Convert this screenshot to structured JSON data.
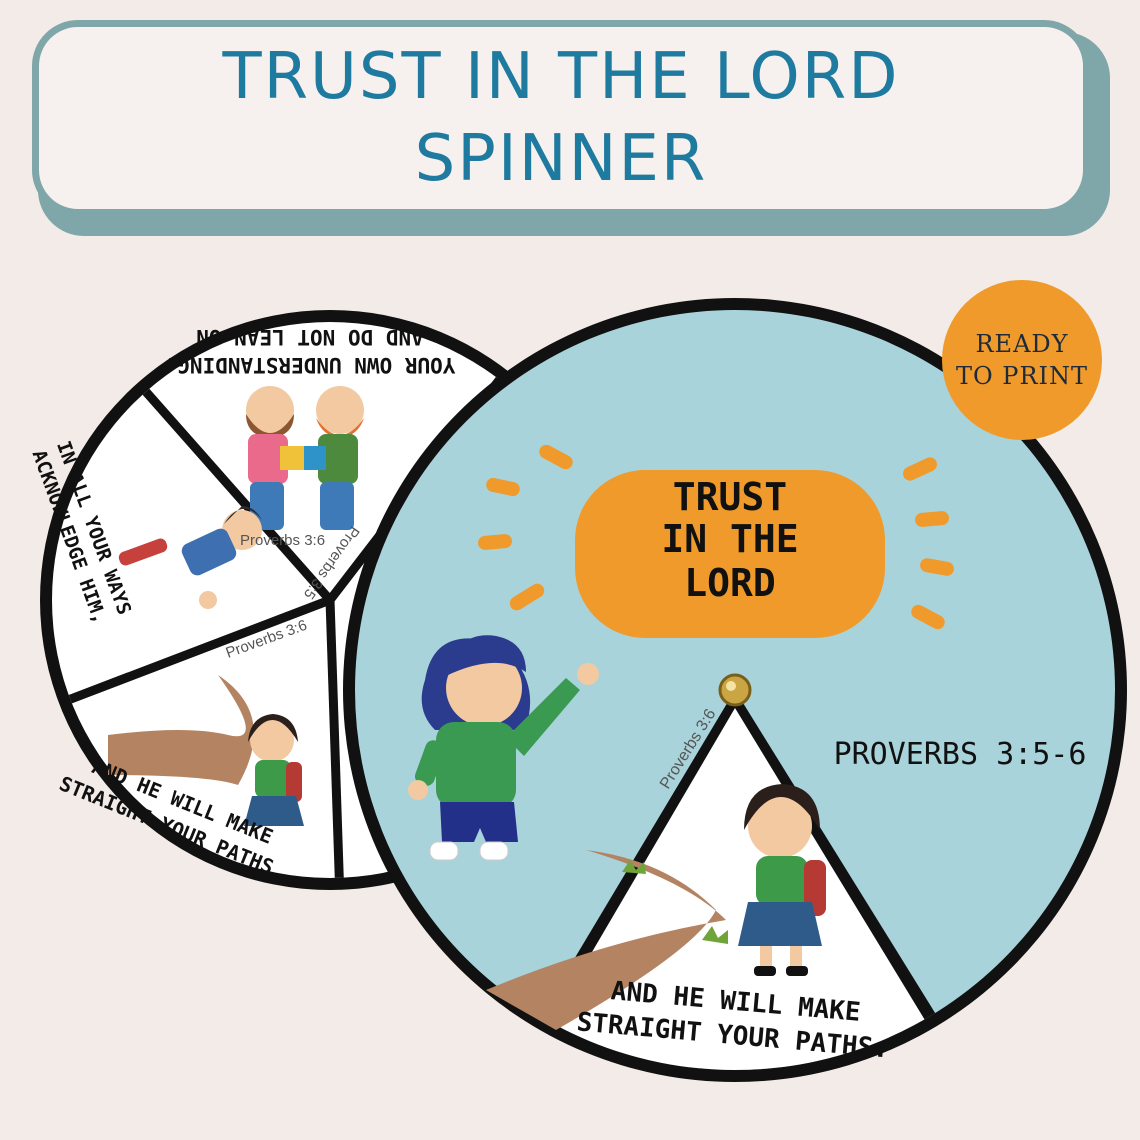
{
  "banner": {
    "line1": "TRUST IN THE LORD",
    "line2": "SPINNER"
  },
  "badge": {
    "line1": "READY",
    "line2": "TO PRINT"
  },
  "colors": {
    "teal": "#1f7aa0",
    "frame": "#7fa6a8",
    "orange": "#ef9a2a",
    "sky": "#a9d3db",
    "ink": "#111111"
  },
  "back_wheel": {
    "top_verse": [
      "AND DO NOT LEAN ON",
      "YOUR OWN UNDERSTANDING."
    ],
    "top_ref": "Proverbs 3:5",
    "left_verse": [
      "IN ALL YOUR WAYS",
      "ACKNOWLEDGE HIM,"
    ],
    "left_ref": "Proverbs 3:6",
    "bottom_verse": [
      "AND HE WILL MAKE",
      "STRAIGHT YOUR PATHS."
    ],
    "bottom_ref": "Proverbs 3:6"
  },
  "front_wheel": {
    "title": [
      "TRUST",
      "IN THE",
      "LORD"
    ],
    "reference": "PROVERBS 3:5-6",
    "window_ref": "Proverbs 3:6",
    "window_verse": [
      "AND HE WILL MAKE",
      "STRAIGHT YOUR PATHS."
    ]
  },
  "icons": [
    "boy-pointing-icon",
    "girl-with-backpack-icon",
    "winding-path-icon",
    "kids-with-puzzle-icon",
    "boy-falling-icon",
    "sun-rays-icon",
    "brad-fastener-icon"
  ]
}
